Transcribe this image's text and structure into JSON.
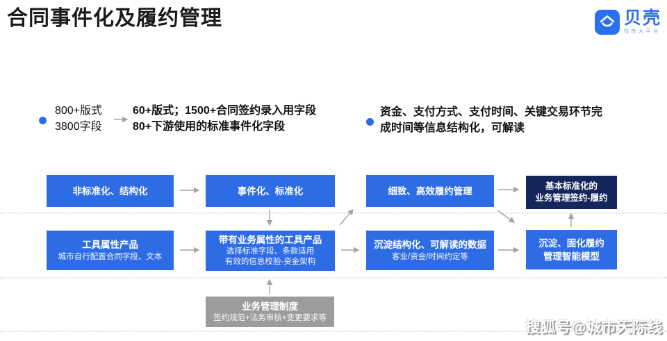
{
  "page": {
    "title": "合同事件化及履约管理"
  },
  "logo": {
    "name": "贝壳",
    "tagline": "找房大平台",
    "icon": "beike-house-icon",
    "color": "#2B70F0"
  },
  "bullets": {
    "left": {
      "source_line1": "800+版式",
      "source_line2": "3800字段",
      "result_line1": "60+版式；1500+合同签约录入用字段",
      "result_line2": "80+下游使用的标准事件化字段"
    },
    "right": {
      "line1": "资金、支付方式、支付时间、关键交易环节完",
      "line2": "成时间等信息结构化，可解读"
    }
  },
  "diagram": {
    "boxes": [
      {
        "title": "非标准化、结构化"
      },
      {
        "title": "事件化、标准化"
      },
      {
        "title": "细致、高效履约管理"
      },
      {
        "title_line1": "基本标准化的",
        "title_line2": "业务管理签约-履约"
      },
      {
        "title": "工具属性产品",
        "subtitle": "城市自行配置合同字段、文本"
      },
      {
        "title": "带有业务属性的工具产品",
        "subtitle1": "选择标准字段、条款适用",
        "subtitle2": "有效的信息校验-资金架构"
      },
      {
        "title": "沉淀结构化、可解读的数据",
        "subtitle": "客业/资金/时间约定等"
      },
      {
        "title_line1": "沉淀、固化履约",
        "title_line2": "管理智能模型"
      },
      {
        "title": "业务管理制度",
        "subtitle": "签约规范+法务审核+变更要求等"
      }
    ],
    "colors": {
      "box_blue": "#2D6CE5",
      "box_dark": "#14265B",
      "box_gray": "#9C9C9C",
      "arrow": "#A3A3A3",
      "bullet_dot": "#2D6CE5"
    }
  },
  "watermark": {
    "text": "搜狐号@城市天际线"
  }
}
